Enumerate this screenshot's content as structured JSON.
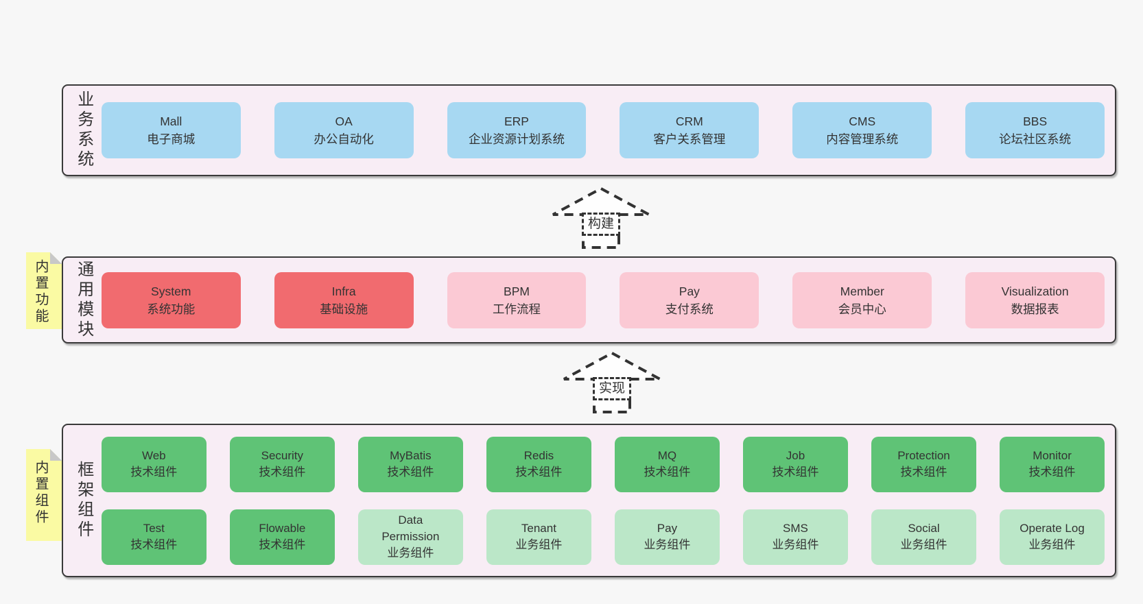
{
  "colors": {
    "page_bg": "#f7f7f7",
    "band_bg": "#f8edf5",
    "band_border": "#3a3a3a",
    "box_blue": "#a7d8f2",
    "box_red": "#f16b6f",
    "box_pink": "#fbc9d4",
    "box_green": "#5fc376",
    "box_green_light": "#bbe7c8",
    "note_yellow": "#fafaa3",
    "note_fold": "#c8c8c8",
    "text": "#333333"
  },
  "bands": [
    {
      "label": "业务系统",
      "boxes": [
        {
          "name": "Mall",
          "desc": "电子商城",
          "type": "blue"
        },
        {
          "name": "OA",
          "desc": "办公自动化",
          "type": "blue"
        },
        {
          "name": "ERP",
          "desc": "企业资源计划系统",
          "type": "blue"
        },
        {
          "name": "CRM",
          "desc": "客户关系管理",
          "type": "blue"
        },
        {
          "name": "CMS",
          "desc": "内容管理系统",
          "type": "blue"
        },
        {
          "name": "BBS",
          "desc": "论坛社区系统",
          "type": "blue"
        }
      ]
    },
    {
      "label": "通用模块",
      "note": "内置功能",
      "boxes": [
        {
          "name": "System",
          "desc": "系统功能",
          "type": "red"
        },
        {
          "name": "Infra",
          "desc": "基础设施",
          "type": "red"
        },
        {
          "name": "BPM",
          "desc": "工作流程",
          "type": "pink"
        },
        {
          "name": "Pay",
          "desc": "支付系统",
          "type": "pink"
        },
        {
          "name": "Member",
          "desc": "会员中心",
          "type": "pink"
        },
        {
          "name": "Visualization",
          "desc": "数据报表",
          "type": "pink"
        }
      ]
    },
    {
      "label": "框架组件",
      "note": "内置组件",
      "rows": [
        [
          {
            "name": "Web",
            "desc": "技术组件",
            "type": "green"
          },
          {
            "name": "Security",
            "desc": "技术组件",
            "type": "green"
          },
          {
            "name": "MyBatis",
            "desc": "技术组件",
            "type": "green"
          },
          {
            "name": "Redis",
            "desc": "技术组件",
            "type": "green"
          },
          {
            "name": "MQ",
            "desc": "技术组件",
            "type": "green"
          },
          {
            "name": "Job",
            "desc": "技术组件",
            "type": "green"
          },
          {
            "name": "Protection",
            "desc": "技术组件",
            "type": "green"
          },
          {
            "name": "Monitor",
            "desc": "技术组件",
            "type": "green"
          }
        ],
        [
          {
            "name": "Test",
            "desc": "技术组件",
            "type": "green"
          },
          {
            "name": "Flowable",
            "desc": "技术组件",
            "type": "green"
          },
          {
            "name": "Data Permission",
            "desc": "业务组件",
            "type": "green-light"
          },
          {
            "name": "Tenant",
            "desc": "业务组件",
            "type": "green-light"
          },
          {
            "name": "Pay",
            "desc": "业务组件",
            "type": "green-light"
          },
          {
            "name": "SMS",
            "desc": "业务组件",
            "type": "green-light"
          },
          {
            "name": "Social",
            "desc": "业务组件",
            "type": "green-light"
          },
          {
            "name": "Operate Log",
            "desc": "业务组件",
            "type": "green-light"
          }
        ]
      ]
    }
  ],
  "arrows": [
    {
      "label": "构建"
    },
    {
      "label": "实现"
    }
  ]
}
